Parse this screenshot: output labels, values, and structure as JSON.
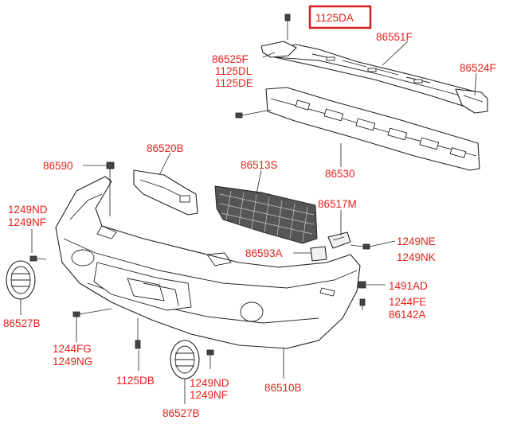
{
  "highlight": {
    "text": "1125DA",
    "box_color": "#d81e1e"
  },
  "labels": {
    "l86551F": "86551F",
    "l86525F": "86525F",
    "l1125DL": "1125DL",
    "l1125DE": "1125DE",
    "l86524F": "86524F",
    "l86520B": "86520B",
    "l86590": "86590",
    "l86513S": "86513S",
    "l86530": "86530",
    "l1249ND_a": "1249ND",
    "l1249NF_a": "1249NF",
    "l86517M": "86517M",
    "l1249NE": "1249NE",
    "l86593A": "86593A",
    "l1249NK": "1249NK",
    "l1491AD": "1491AD",
    "l1244FE": "1244FE",
    "l86142A": "86142A",
    "l86527B_a": "86527B",
    "l1244FG": "1244FG",
    "l1249NG": "1249NG",
    "l1125DB": "1125DB",
    "l1249ND_b": "1249ND",
    "l1249NF_b": "1249NF",
    "l86510B": "86510B",
    "l86527B_b": "86527B"
  },
  "colors": {
    "label_red": "#e8201c",
    "line": "#222222"
  }
}
